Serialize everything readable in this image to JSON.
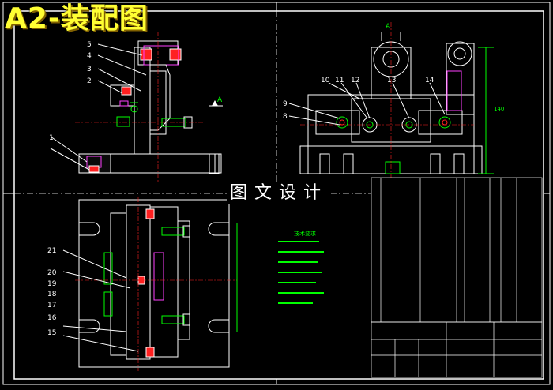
{
  "title": "A2-装配图",
  "watermark": "图文设计",
  "section_marker": "A",
  "top_labels": [
    "5",
    "4",
    "3",
    "2",
    "1"
  ],
  "side_labels": [
    "10",
    "11",
    "12",
    "13",
    "14",
    "9",
    "8"
  ],
  "plan_labels": [
    "21",
    "20",
    "19",
    "18",
    "17",
    "16",
    "15"
  ],
  "dimension_text": "140",
  "tech_requirements_title": "技术要求",
  "colors": {
    "line": "#ffffff",
    "accent": "#00ff00",
    "red": "#ff2020",
    "magenta": "#ff40ff",
    "yellow": "#ffff33",
    "cyan": "#00ffff"
  }
}
